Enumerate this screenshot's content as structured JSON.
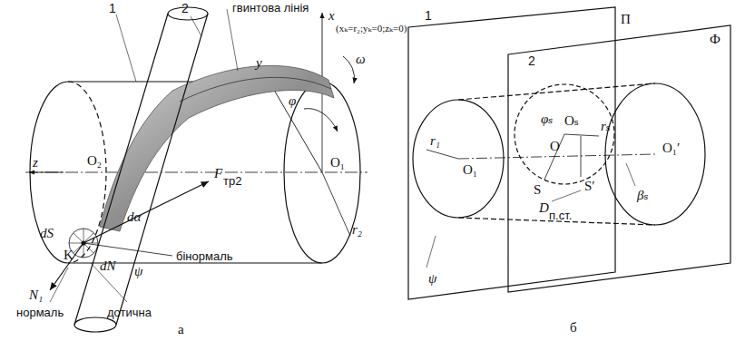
{
  "diagram": {
    "labels": [
      "1",
      "2",
      "гвинтова лінія",
      "x",
      "(xₖ=r₂;yₖ=0;zₖ=0)",
      "ω",
      "y",
      "φ",
      "O₁",
      "r₂",
      "O₂",
      "z",
      "dα",
      "F",
      "тр2",
      "dS",
      "K",
      "dN",
      "ψ",
      "N₁",
      "нормаль",
      "дотична",
      "бінормаль",
      "а",
      "1",
      "П",
      "Ф",
      "2",
      "r₁",
      "O₁",
      "φₛ",
      "Oₛ",
      "rₛ",
      "O",
      "O₁′",
      "S",
      "S′",
      "βₛ",
      "D",
      "п.ст.",
      "ψ",
      "б"
    ]
  }
}
